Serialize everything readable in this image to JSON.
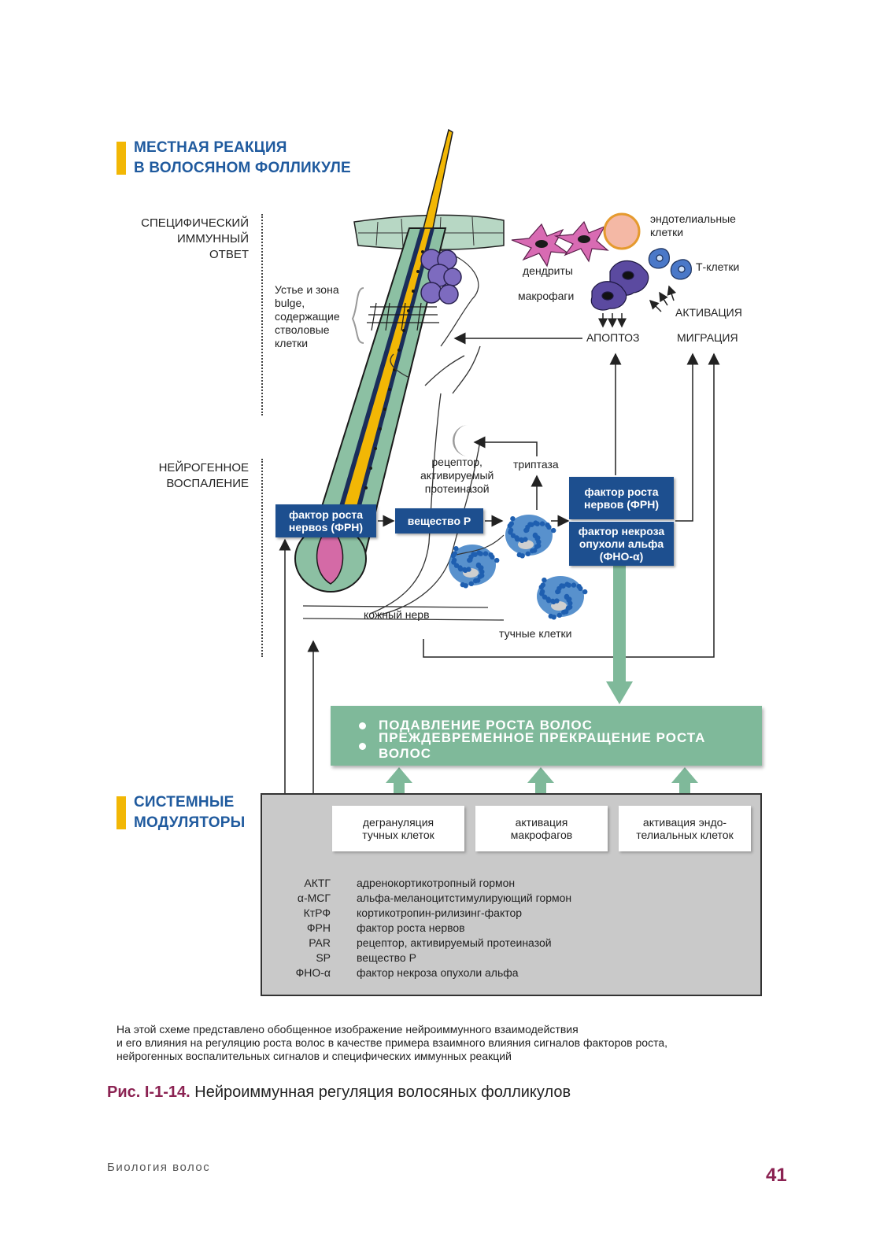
{
  "section_local": {
    "line1": "МЕСТНАЯ РЕАКЦИЯ",
    "line2": "В ВОЛОСЯНОМ ФОЛЛИКУЛЕ"
  },
  "side_labels": {
    "immune": [
      "СПЕЦИФИЧЕСКИЙ",
      "ИММУННЫЙ",
      "ОТВЕТ"
    ],
    "neuro": [
      "НЕЙРОГЕННОЕ",
      "ВОСПАЛЕНИЕ"
    ]
  },
  "bulge_label": [
    "Устье и зона",
    "bulge,",
    "содержащие",
    "стволовые",
    "клетки"
  ],
  "cell_labels": {
    "endothelial": [
      "эндотелиальные",
      "клетки"
    ],
    "dendrites": "дендриты",
    "macrophages": "макрофаги",
    "t_cells": "Т-клетки",
    "activation": "АКТИВАЦИЯ",
    "apoptosis": "АПОПТОЗ",
    "migration": "МИГРАЦИЯ"
  },
  "neuro_labels": {
    "receptor": [
      "рецептор,",
      "активируемый",
      "протеиназой"
    ],
    "tryptase": "триптаза",
    "skin_nerve": "кожный нерв",
    "mast_cells": "тучные клетки"
  },
  "blue_boxes": {
    "ngf_left": [
      "фактор роста",
      "нервоs (ФРН)"
    ],
    "substance_p": "вещество Р",
    "ngf_right": [
      "фактор роста",
      "нервов (ФРН)"
    ],
    "tnf": [
      "фактор некроза",
      "опухоли альфа",
      "(ФНО-α)"
    ]
  },
  "effects": [
    "ПОДАВЛЕНИЕ РОСТА ВОЛОС",
    "ПРЕЖДЕВРЕМЕННОЕ ПРЕКРАЩЕНИЕ РОСТА ВОЛОС"
  ],
  "section_systemic": {
    "line1": "СИСТЕМНЫЕ",
    "line2": "МОДУЛЯТОРЫ"
  },
  "modulators": [
    [
      "дегрануляция",
      "тучных клеток"
    ],
    [
      "активация",
      "макрофагов"
    ],
    [
      "активация эндо-",
      "телиальных клеток"
    ]
  ],
  "abbreviations": [
    {
      "abbr": "АКТГ",
      "text": "адренокортикотропный гормон"
    },
    {
      "abbr": "α-МСГ",
      "text": "альфа-меланоцитстимулирующий гормон"
    },
    {
      "abbr": "КтРФ",
      "text": "кортикотропин-рилизинг-фактор"
    },
    {
      "abbr": "ФРН",
      "text": "фактор роста нервов"
    },
    {
      "abbr": "PAR",
      "text": "рецептор, активируемый протеиназой"
    },
    {
      "abbr": "SP",
      "text": "вещество Р"
    },
    {
      "abbr": "ФНО-α",
      "text": "фактор некроза опухоли альфа"
    }
  ],
  "caption": [
    "На этой схеме представлено обобщенное изображение нейроиммунного взаимодействия",
    "и его влияния на регуляцию роста волос в качестве примера взаимного влияния сигналов факторов роста,",
    "нейрогенных воспалительных сигналов и специфических иммунных реакций"
  ],
  "figure": {
    "label": "Рис. I-1-14.",
    "title": "Нейроиммунная регуляция волосяных фолликулов"
  },
  "footer": {
    "book": "Биология волос",
    "page": "41"
  },
  "colors": {
    "accent_bar": "#f2b705",
    "title_blue": "#1f5a9e",
    "box_blue": "#1d4f8f",
    "effect_green": "#7fb99a",
    "caption_magenta": "#8b2252",
    "panel_gray": "#c9c9c9"
  }
}
